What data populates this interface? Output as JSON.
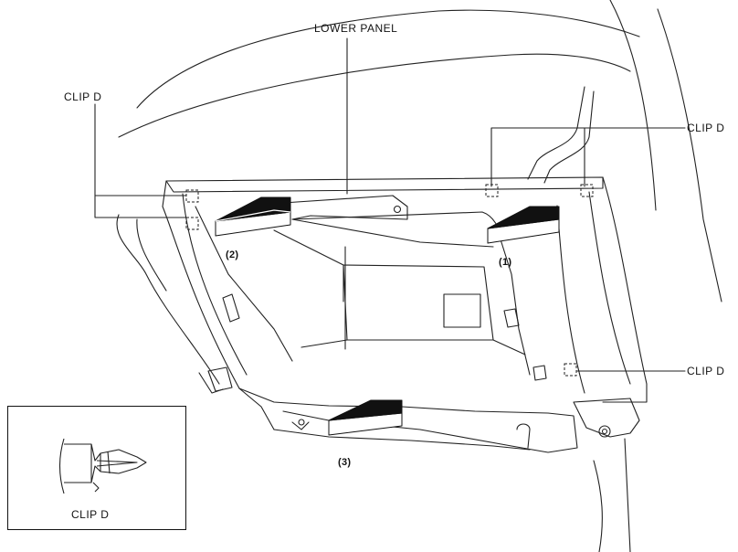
{
  "diagram": {
    "labels": {
      "lower_panel": "LOWER PANEL",
      "clip_left": "CLIP D",
      "clip_right_top": "CLIP D",
      "clip_right_mid": "CLIP D",
      "clip_inset": "CLIP D",
      "step_1": "(1)",
      "step_2": "(2)",
      "step_3": "(3)"
    }
  }
}
